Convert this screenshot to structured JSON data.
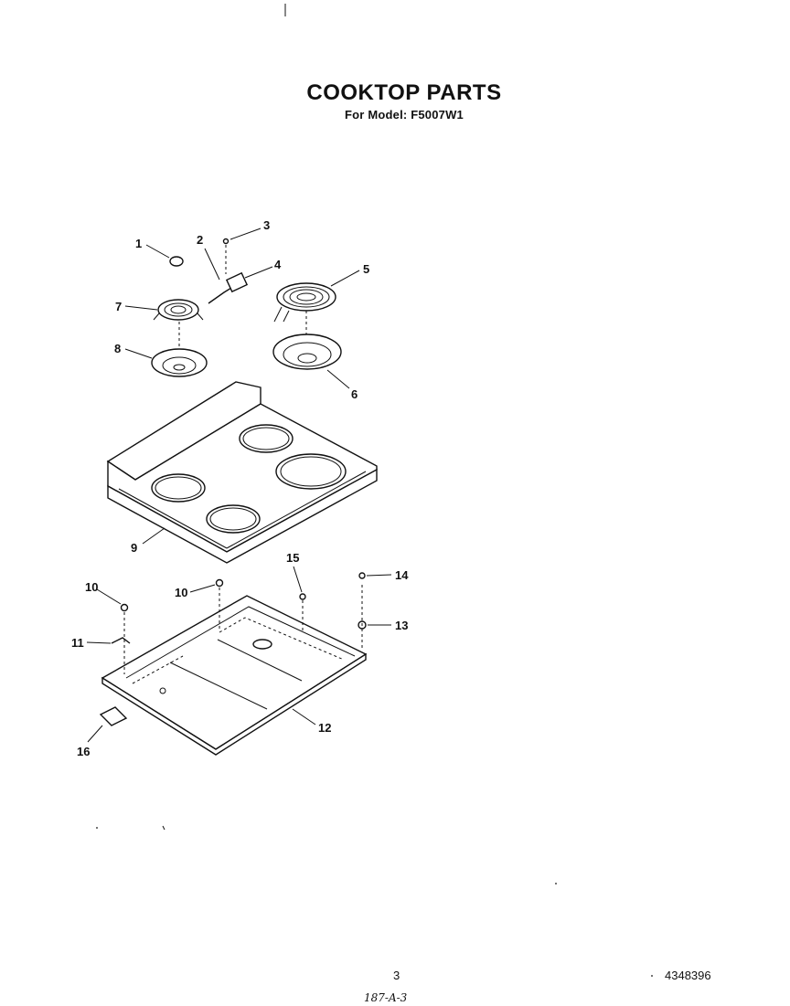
{
  "header": {
    "title": "COOKTOP PARTS",
    "subtitle": "For Model: F5007W1"
  },
  "footer": {
    "page_number": "3",
    "document_number": "4348396",
    "handwritten_note": "187-A-3"
  },
  "callouts": [
    "1",
    "2",
    "3",
    "4",
    "5",
    "6",
    "7",
    "8",
    "9",
    "10",
    "10",
    "11",
    "12",
    "13",
    "14",
    "15",
    "16"
  ]
}
